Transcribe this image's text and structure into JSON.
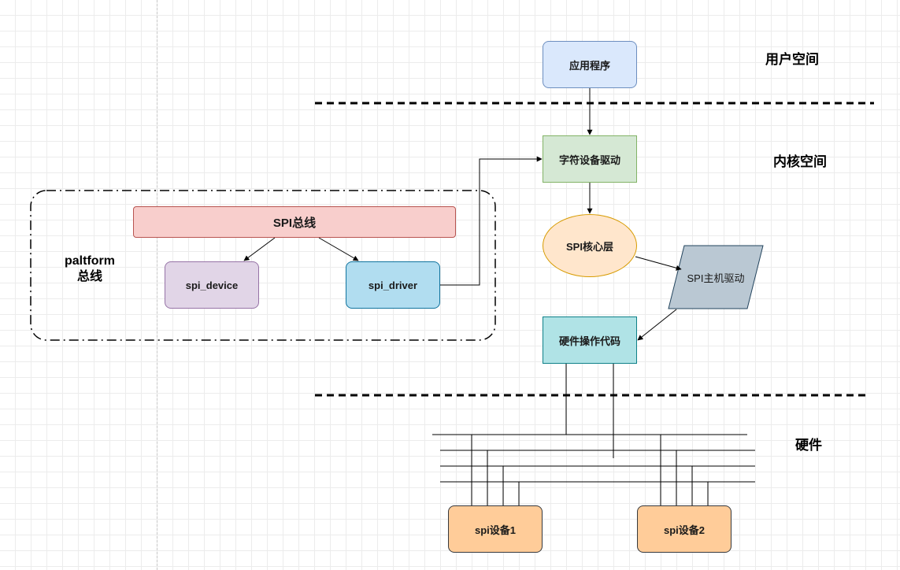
{
  "layers": {
    "user_space": "用户空间",
    "kernel_space": "内核空间",
    "hardware": "硬件"
  },
  "nodes": {
    "app": "应用程序",
    "char_driver": "字符设备驱动",
    "spi_core": "SPI核心层",
    "spi_master_driver": "SPI主机驱动",
    "hw_code": "硬件操作代码",
    "spi_bus": "SPI总线",
    "spi_device": "spi_device",
    "spi_driver": "spi_driver",
    "device1": "spi设备1",
    "device2": "spi设备2"
  },
  "platform_group": {
    "line1": "paltform",
    "line2": "总线"
  },
  "colors": {
    "app_fill": "#dae8fc",
    "char_fill": "#d5e8d4",
    "core_fill": "#ffe6cc",
    "master_fill": "#bac8d3",
    "hw_fill": "#b0e3e6",
    "bus_fill": "#f8cecc",
    "device_fill": "#e1d5e7",
    "driver_fill": "#b1ddf0",
    "spi_device_fill": "#ffcc99"
  }
}
